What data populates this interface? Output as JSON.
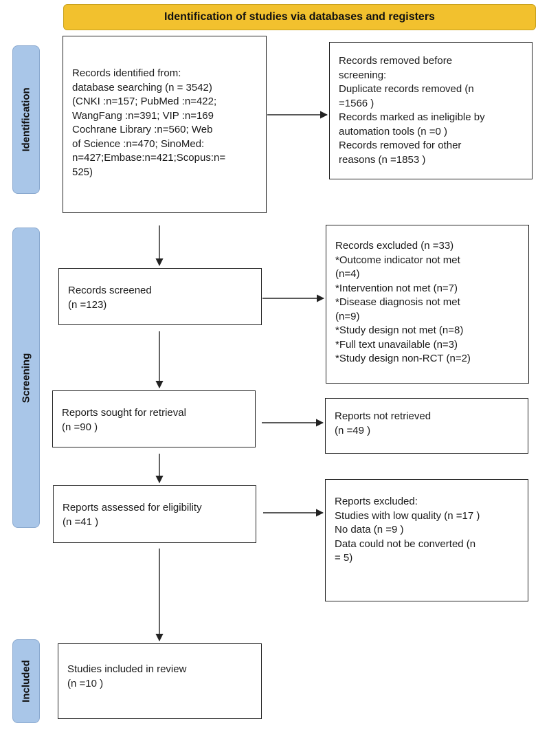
{
  "banner": "Identification of studies via databases and registers",
  "phases": {
    "identification": "Identification",
    "screening": "Screening",
    "included": "Included"
  },
  "boxes": {
    "records_identified": "Records identified from:\ndatabase searching  (n = 3542)\n(CNKI :n=157; PubMed :n=422;\nWangFang :n=391; VIP :n=169\nCochrane Library :n=560; Web\nof Science :n=470; SinoMed:\nn=427;Embase:n=421;Scopus:n=\n525)",
    "records_removed": "Records removed before\nscreening:\nDuplicate records removed  (n\n=1566 )\nRecords marked as ineligible by\nautomation tools (n =0 )\nRecords removed for other\nreasons (n =1853 )",
    "records_screened": "Records screened\n(n =123)",
    "records_excluded": "Records excluded (n =33)\n*Outcome indicator not met\n(n=4)\n*Intervention not met (n=7)\n*Disease diagnosis not met\n(n=9)\n*Study design not met (n=8)\n*Full text unavailable (n=3)\n*Study design non-RCT (n=2)",
    "reports_sought": "Reports sought for retrieval\n(n =90 )",
    "reports_not_retrieved": "Reports not retrieved\n(n =49 )",
    "reports_assessed": "Reports assessed for eligibility\n(n =41 )",
    "reports_excluded": "Reports excluded:\nStudies with low quality (n =17 )\nNo data (n =9 )\nData could not be converted (n\n= 5)",
    "studies_included": "Studies included in review\n(n =10 )"
  }
}
